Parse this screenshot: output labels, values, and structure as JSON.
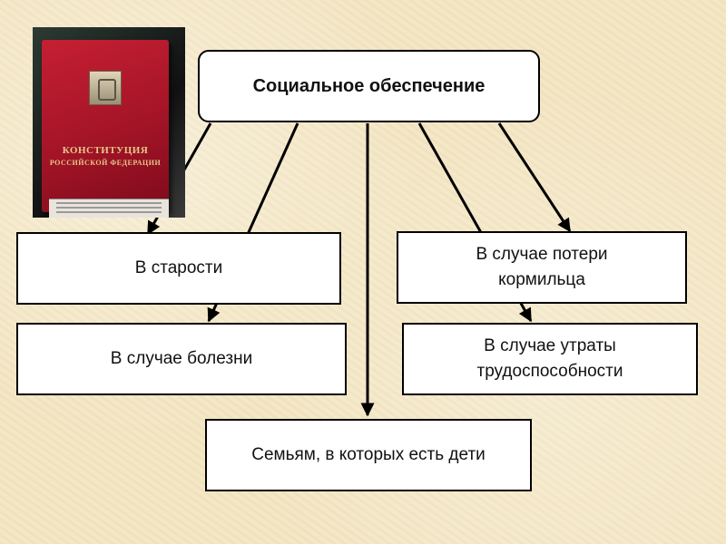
{
  "diagram": {
    "root": "Социальное обеспечение",
    "nodes": [
      {
        "id": "old_age",
        "label": "В старости"
      },
      {
        "id": "illness",
        "label": "В случае болезни"
      },
      {
        "id": "breadwinner",
        "label": "В случае потери кормильца"
      },
      {
        "id": "disability",
        "label": "В случае утраты трудоспособности"
      },
      {
        "id": "families",
        "label": "Семьям, в которых есть дети"
      }
    ]
  },
  "image": {
    "subject": "constitution-book-icon",
    "book_title_line1": "КОНСТИТУЦИЯ",
    "book_title_line2": "РОССИЙСКОЙ ФЕДЕРАЦИИ"
  },
  "colors": {
    "background": "#f3e6c3",
    "box_fill": "#ffffff",
    "box_border": "#000000",
    "book_cover": "#b8192c"
  }
}
